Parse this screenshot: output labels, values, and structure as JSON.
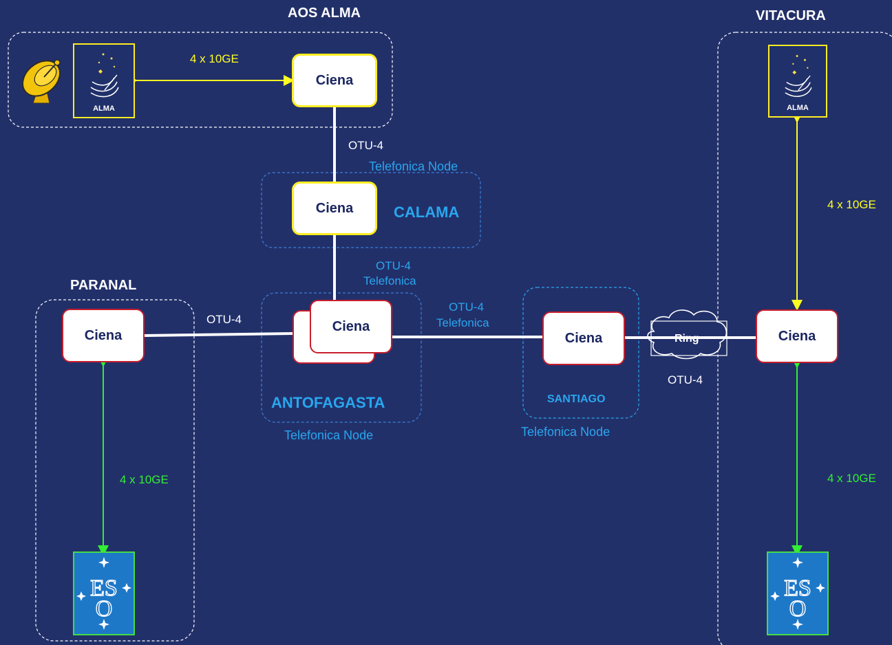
{
  "sites": {
    "aos_alma": "AOS ALMA",
    "vitacura": "VITACURA",
    "paranal": "PARANAL"
  },
  "regions": {
    "calama": "CALAMA",
    "antofagasta": "ANTOFAGASTA",
    "santiago": "SANTIAGO"
  },
  "telefonica_node": "Telefonica Node",
  "nodes": {
    "ciena_aos": "Ciena",
    "ciena_calama": "Ciena",
    "ciena_antofagasta": "Ciena",
    "ciena_paranal": "Ciena",
    "ciena_santiago": "Ciena",
    "ciena_vitacura": "Ciena"
  },
  "links": {
    "alma_aos": "4 x 10GE",
    "aos_calama": "OTU-4",
    "calama_antofagasta_1": "OTU-4",
    "calama_antofagasta_2": "Telefonica",
    "paranal_antofagasta": "OTU-4",
    "antofagasta_santiago_1": "OTU-4",
    "antofagasta_santiago_2": "Telefonica",
    "santiago_vitacura": "OTU-4",
    "vitacura_alma": "4 x 10GE",
    "paranal_eso": "4 x 10GE",
    "vitacura_eso": "4 x 10GE"
  },
  "ring": "Ring",
  "logos": {
    "alma": "ALMA"
  },
  "colors": {
    "background": "#22306a",
    "optical_link": "#ffffff",
    "alma_link": "#ffff22",
    "eso_link": "#33ee33",
    "region_text": "#29a6ee"
  }
}
